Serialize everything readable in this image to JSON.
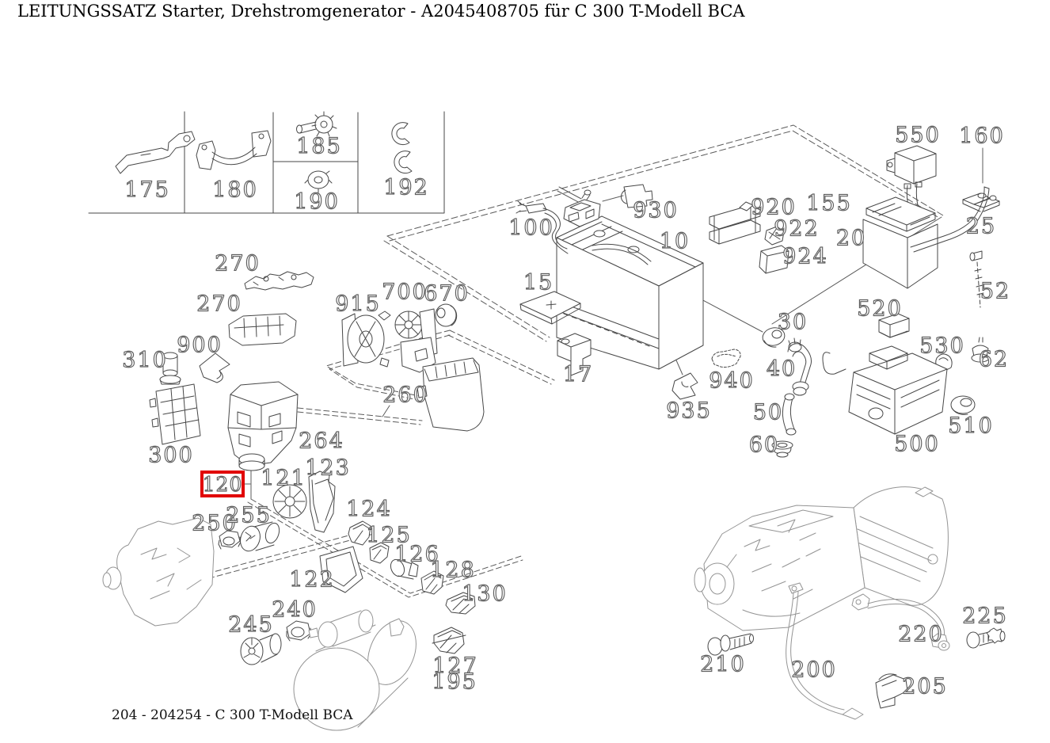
{
  "title": "LEITUNGSSATZ Starter, Drehstromgenerator - A2045408705 für C 300 T-Modell BCA",
  "footer": "204 - 204254 - C 300 T-Modell BCA",
  "highlight": {
    "part": "120",
    "box_color": "#e10000"
  },
  "callouts": {
    "c175": "175",
    "c180": "180",
    "c185": "185",
    "c190": "190",
    "c192": "192",
    "c270": "270",
    "c900": "900",
    "c310": "310",
    "c300": "300",
    "c915": "915",
    "c700": "700",
    "c670": "670",
    "c260": "260",
    "c264": "264",
    "c123": "123",
    "c121": "121",
    "c120": "120",
    "c250": "250",
    "c255": "255",
    "c124": "124",
    "c125": "125",
    "c126": "126",
    "c128": "128",
    "c130": "130",
    "c122": "122",
    "c240": "240",
    "c245": "245",
    "c127": "127",
    "c195": "195",
    "c100": "100",
    "c930": "930",
    "c10": "10",
    "c15": "15",
    "c17": "17",
    "c920": "920",
    "c922": "922",
    "c924": "924",
    "c155": "155",
    "c20": "20",
    "c30": "30",
    "c940": "940",
    "c935": "935",
    "c40": "40",
    "c50": "50",
    "c60": "60",
    "c550": "550",
    "c160": "160",
    "c25": "25",
    "c52": "52",
    "c520": "520",
    "c530": "530",
    "c62": "62",
    "c510": "510",
    "c500": "500",
    "c210": "210",
    "c200": "200",
    "c220": "220",
    "c225": "225",
    "c205": "205"
  }
}
